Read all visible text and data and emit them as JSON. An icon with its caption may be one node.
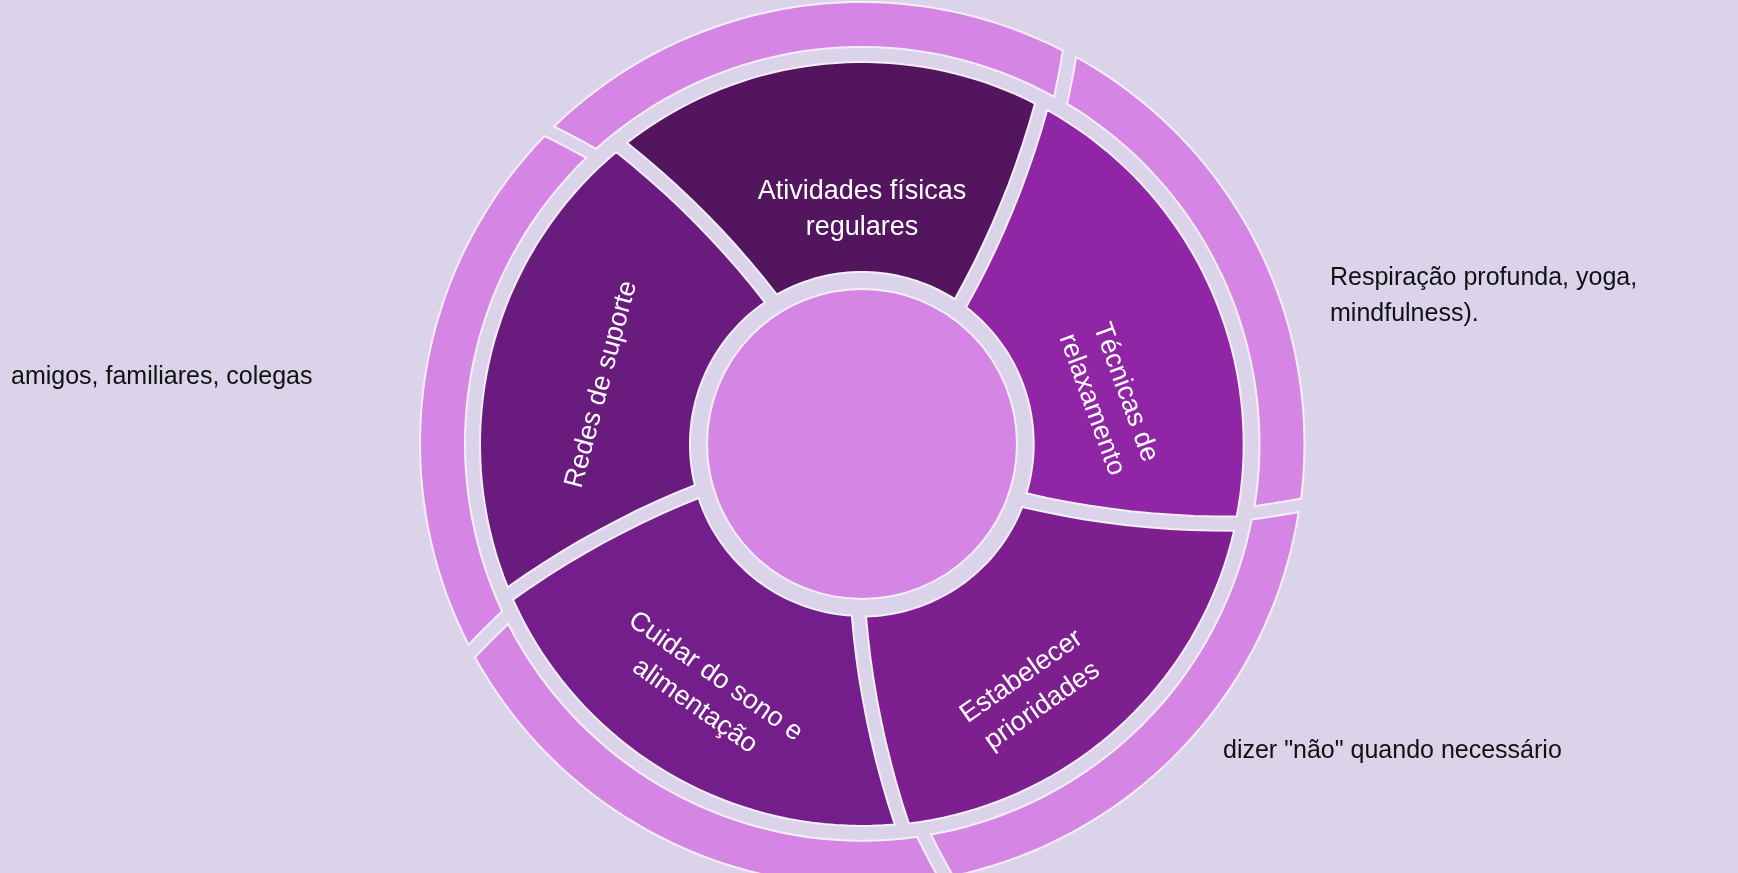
{
  "diagram": {
    "nodes": [
      {
        "text": [
          "Atividades físicas regulares"
        ]
      },
      {
        "text": [
          "Técnicas de relaxamento"
        ]
      },
      {
        "text": [
          "Estabelecer prioridades"
        ]
      },
      {
        "text": [
          "Cuidar do sono e alimentação"
        ]
      },
      {
        "text": [
          "Redes de suporte"
        ]
      },
      {
        "text": [],
        "shape": "circle"
      },
      {
        "text": [],
        "shape": "arc"
      },
      {
        "text": [],
        "shape": "arc"
      },
      {
        "text": [],
        "shape": "arc"
      },
      {
        "text": [],
        "shape": "arc"
      },
      {
        "text": [],
        "shape": "arc"
      }
    ],
    "edges": [],
    "labels": [
      "Respiração profunda, yoga, mindfulness).",
      "amigos, familiares, colegas",
      "dizer \"não\" quando necessário"
    ]
  }
}
